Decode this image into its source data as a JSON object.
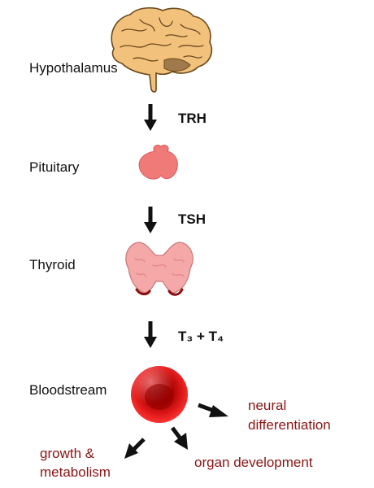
{
  "organs": {
    "hypothalamus": "Hypothalamus",
    "pituitary": "Pituitary",
    "thyroid": "Thyroid",
    "bloodstream": "Bloodstream"
  },
  "hormones": {
    "trh": "TRH",
    "tsh": "TSH",
    "t3_t4": "T₃ + T₄"
  },
  "effects": {
    "neural_line1": "neural",
    "neural_line2": "differentiation",
    "growth_line1": "growth &",
    "growth_line2": "metabolism",
    "organ": "organ development"
  },
  "colors": {
    "effect_text": "#8b1414",
    "brain": "#f2c27d",
    "pituitary": "#f07a78",
    "thyroid": "#f4a8a8",
    "blood_cell": "#d80f10"
  }
}
